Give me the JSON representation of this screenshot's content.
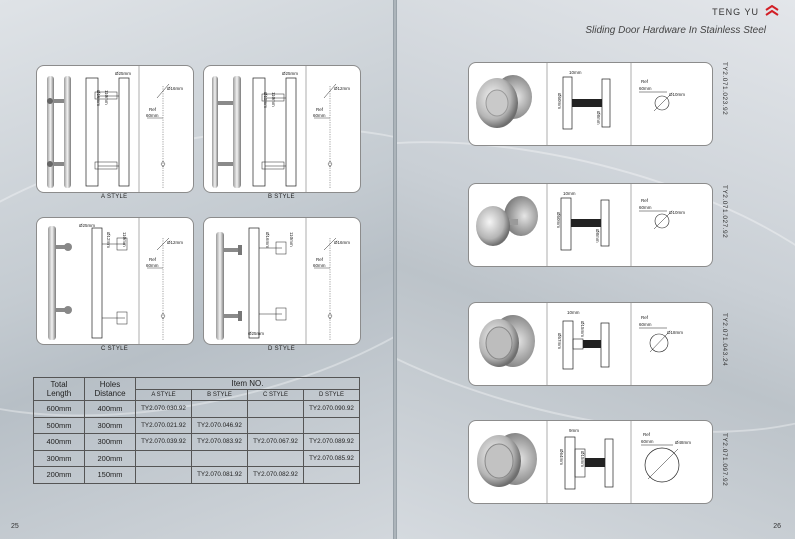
{
  "left_page": {
    "styles": [
      {
        "label": "A STYLE",
        "dims": {
          "top": "Ø25mm",
          "ref": "Ref",
          "ref_val": "60mm",
          "dia": "Ø16mm",
          "v1": "Ø16mm",
          "v2": "110mm"
        }
      },
      {
        "label": "B STYLE",
        "dims": {
          "top": "Ø25mm",
          "ref": "Ref",
          "ref_val": "60mm",
          "dia": "Ø12mm",
          "v1": "Ø12mm",
          "v2": "110mm"
        }
      },
      {
        "label": "C STYLE",
        "dims": {
          "top": "Ø25mm",
          "ref": "Ref",
          "ref_val": "60mm",
          "dia": "Ø12mm",
          "v1": "Ø12mm",
          "v2": "110mm"
        }
      },
      {
        "label": "D STYLE",
        "dims": {
          "top": "Ø25mm",
          "ref": "Ref",
          "ref_val": "60mm",
          "dia": "Ø16mm",
          "v1": "Ø16mm",
          "v2": "110mm"
        }
      }
    ],
    "table": {
      "h_total": "Total",
      "h_length": "Length",
      "h_holes": "Holes",
      "h_distance": "Distance",
      "h_item": "Item NO.",
      "cols": [
        "A STYLE",
        "B STYLE",
        "C STYLE",
        "D STYLE"
      ],
      "rows": [
        {
          "length": "600mm",
          "distance": "400mm",
          "a": "TY2.070.030.92",
          "b": "",
          "c": "",
          "d": "TY2.070.090.92"
        },
        {
          "length": "500mm",
          "distance": "300mm",
          "a": "TY2.070.021.92",
          "b": "TY2.070.046.92",
          "c": "",
          "d": ""
        },
        {
          "length": "400mm",
          "distance": "300mm",
          "a": "TY2.070.039.92",
          "b": "TY2.070.083.92",
          "c": "TY2.070.067.92",
          "d": "TY2.070.089.92"
        },
        {
          "length": "300mm",
          "distance": "200mm",
          "a": "",
          "b": "",
          "c": "",
          "d": "TY2.070.085.92"
        },
        {
          "length": "200mm",
          "distance": "150mm",
          "a": "",
          "b": "TY2.070.081.92",
          "c": "TY2.070.082.92",
          "d": ""
        }
      ]
    },
    "page_number": "25"
  },
  "right_page": {
    "brand": "TENG YU",
    "subtitle": "Sliding Door Hardware In Stainless Steel",
    "page_number": "26",
    "knobs": [
      {
        "code": "TY2.071.023.92",
        "top_dim": "10mm",
        "side_dim": "Ø50mm",
        "shaft_dim": "Ø8mm",
        "ref": "Ref",
        "ref_val": "60mm",
        "hole": "Ø10mm"
      },
      {
        "code": "TY2.071.027.92",
        "top_dim": "10mm",
        "side_dim": "Ø50mm",
        "shaft_dim": "Ø8mm",
        "ref": "Ref",
        "ref_val": "60mm",
        "hole": "Ø10mm"
      },
      {
        "code": "TY2.071.043.24",
        "top_dim": "10mm",
        "side_dim": "Ø57mm",
        "shaft_dim": "Ø15mm",
        "ref": "Ref",
        "ref_val": "60mm",
        "hole": "Ø18mm"
      },
      {
        "code": "TY2.071.097.92",
        "top_dim": "9mm",
        "side_dim": "Ø64mm",
        "shaft_dim": "Ø15mm",
        "ref": "Ref",
        "ref_val": "60mm",
        "hole": "Ø48mm"
      }
    ]
  },
  "colors": {
    "steel_light": "#e8e8e8",
    "steel_dark": "#7d7d7d",
    "brand_red": "#d21f26"
  }
}
